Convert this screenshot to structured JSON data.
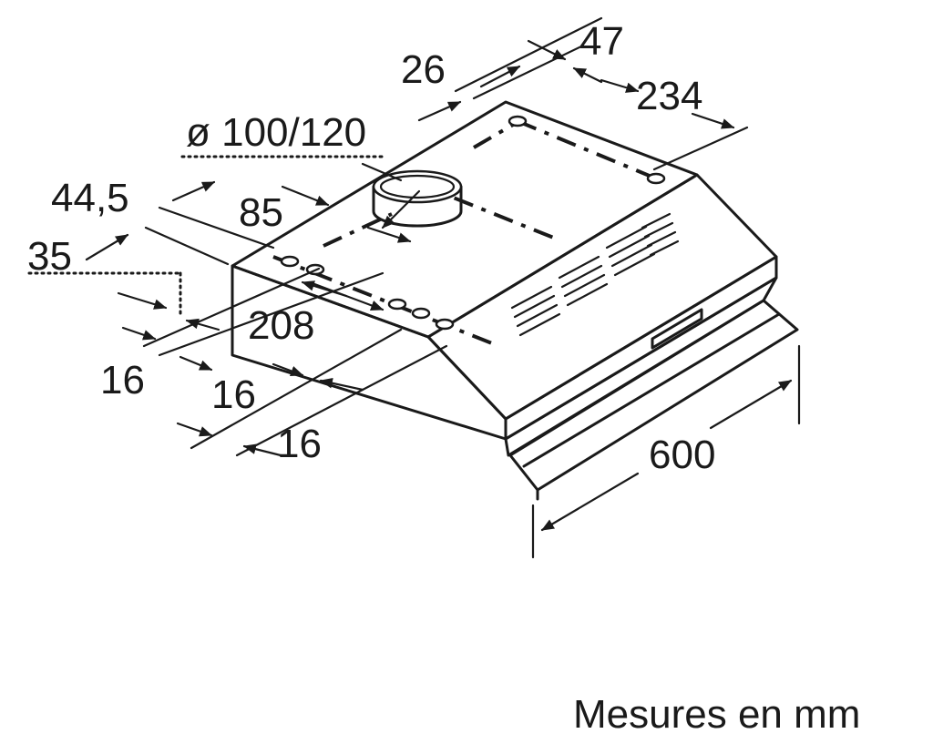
{
  "diagram": {
    "units_caption": "Mesures en mm",
    "dimensions": {
      "d47": "47",
      "d26": "26",
      "d234": "234",
      "duct_diameter": "ø 100/120",
      "d44_5": "44,5",
      "d85": "85",
      "d35": "35",
      "d208": "208",
      "d16_a": "16",
      "d16_b": "16",
      "d16_c": "16",
      "width_600": "600"
    }
  }
}
